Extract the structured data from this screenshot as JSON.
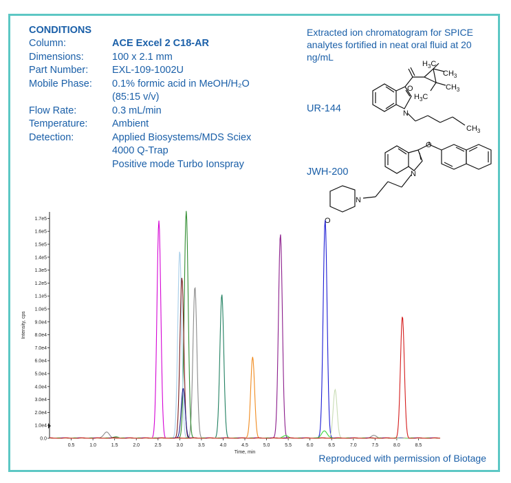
{
  "conditions": {
    "heading": "CONDITIONS",
    "rows": [
      {
        "label": "Column:",
        "value": "ACE Excel 2 C18-AR"
      },
      {
        "label": "Dimensions:",
        "value": "100 x 2.1 mm"
      },
      {
        "label": "Part Number:",
        "value": "EXL-109-1002U"
      },
      {
        "label": "Mobile Phase:",
        "value": "0.1% formic acid in MeOH/H₂O"
      },
      {
        "label": "",
        "value": "(85:15 v/v)"
      },
      {
        "label": "Flow Rate:",
        "value": "0.3 mL/min"
      },
      {
        "label": "Temperature:",
        "value": "Ambient"
      },
      {
        "label": "Detection:",
        "value": "Applied Biosystems/MDS Sciex"
      },
      {
        "label": "",
        "value": "4000 Q-Trap"
      },
      {
        "label": "",
        "value": "Positive mode Turbo Ionspray"
      }
    ]
  },
  "caption": "Extracted ion chromatogram for SPICE analytes fortified in neat oral fluid at 20 ng/mL",
  "compounds": [
    {
      "name": "UR-144"
    },
    {
      "name": "JWH-200"
    }
  ],
  "molecule_labels": {
    "ch3": "CH",
    "h3c": "H",
    "sub3": "3",
    "n": "N",
    "o": "O"
  },
  "credit": "Reproduced with permission of Biotage",
  "colors": {
    "accent": "#1a5fa8",
    "border": "#5cc7c4"
  },
  "chart_data": {
    "type": "line",
    "xlabel": "Time, min",
    "ylabel": "Intensity, cps",
    "xlim": [
      0,
      9.0
    ],
    "ylim": [
      0,
      1.75
    ],
    "x_ticks": [
      0.5,
      1.0,
      1.5,
      2.0,
      2.5,
      3.0,
      3.5,
      4.0,
      4.5,
      5.0,
      5.5,
      6.0,
      6.5,
      7.0,
      7.5,
      8.0,
      8.5
    ],
    "x_tick_labels": [
      "0.5",
      "1.0",
      "1.5",
      "2.0",
      "2.5",
      "3.0",
      "3.5",
      "4.0",
      "4.5",
      "5.0",
      "5.5",
      "6.0",
      "6.5",
      "7.0",
      "7.5",
      "8.0",
      "8.5"
    ],
    "y_ticks": [
      0.0,
      0.1,
      0.2,
      0.3,
      0.4,
      0.5,
      0.6,
      0.7,
      0.8,
      0.9,
      1.0,
      1.1,
      1.2,
      1.3,
      1.4,
      1.5,
      1.6,
      1.7
    ],
    "y_tick_labels": [
      "0.0",
      "1.0e4",
      "2.0e4",
      "3.0e4",
      "4.0e4",
      "5.0e4",
      "6.0e4",
      "7.0e4",
      "8.0e4",
      "9.0e4",
      "1.0e5",
      "1.1e5",
      "1.2e5",
      "1.3e5",
      "1.4e5",
      "1.5e5",
      "1.6e5",
      "1.7e5"
    ],
    "y_scale_note": "values in units of 1e5 cps",
    "series": [
      {
        "color": "#8a8a8a",
        "peaks": [
          {
            "t": 1.32,
            "h": 0.05
          },
          {
            "t": 3.35,
            "h": 1.17
          },
          {
            "t": 7.47,
            "h": 0.02
          }
        ]
      },
      {
        "color": "#2e8b2e",
        "peaks": [
          {
            "t": 1.55,
            "h": 0.01
          },
          {
            "t": 3.15,
            "h": 1.76
          }
        ]
      },
      {
        "color": "#d400d4",
        "peaks": [
          {
            "t": 2.52,
            "h": 1.68
          }
        ]
      },
      {
        "color": "#a6cde8",
        "peaks": [
          {
            "t": 3.0,
            "h": 1.45
          }
        ]
      },
      {
        "color": "#7a1a1a",
        "peaks": [
          {
            "t": 3.05,
            "h": 1.24
          }
        ]
      },
      {
        "color": "#1a1a8c",
        "peaks": [
          {
            "t": 3.08,
            "h": 0.39
          }
        ]
      },
      {
        "color": "#1f7f5f",
        "peaks": [
          {
            "t": 3.97,
            "h": 1.11
          }
        ]
      },
      {
        "color": "#f08a1e",
        "peaks": [
          {
            "t": 4.68,
            "h": 0.63
          }
        ]
      },
      {
        "color": "#8a1a8a",
        "peaks": [
          {
            "t": 5.32,
            "h": 1.58
          }
        ]
      },
      {
        "color": "#1a1ad4",
        "peaks": [
          {
            "t": 6.35,
            "h": 1.69
          }
        ]
      },
      {
        "color": "#3ad43a",
        "peaks": [
          {
            "t": 6.33,
            "h": 0.06
          },
          {
            "t": 5.45,
            "h": 0.02
          }
        ]
      },
      {
        "color": "#c8dcb4",
        "peaks": [
          {
            "t": 6.58,
            "h": 0.38
          }
        ]
      },
      {
        "color": "#d41a1a",
        "peaks": [
          {
            "t": 8.13,
            "h": 0.94
          }
        ]
      }
    ]
  }
}
